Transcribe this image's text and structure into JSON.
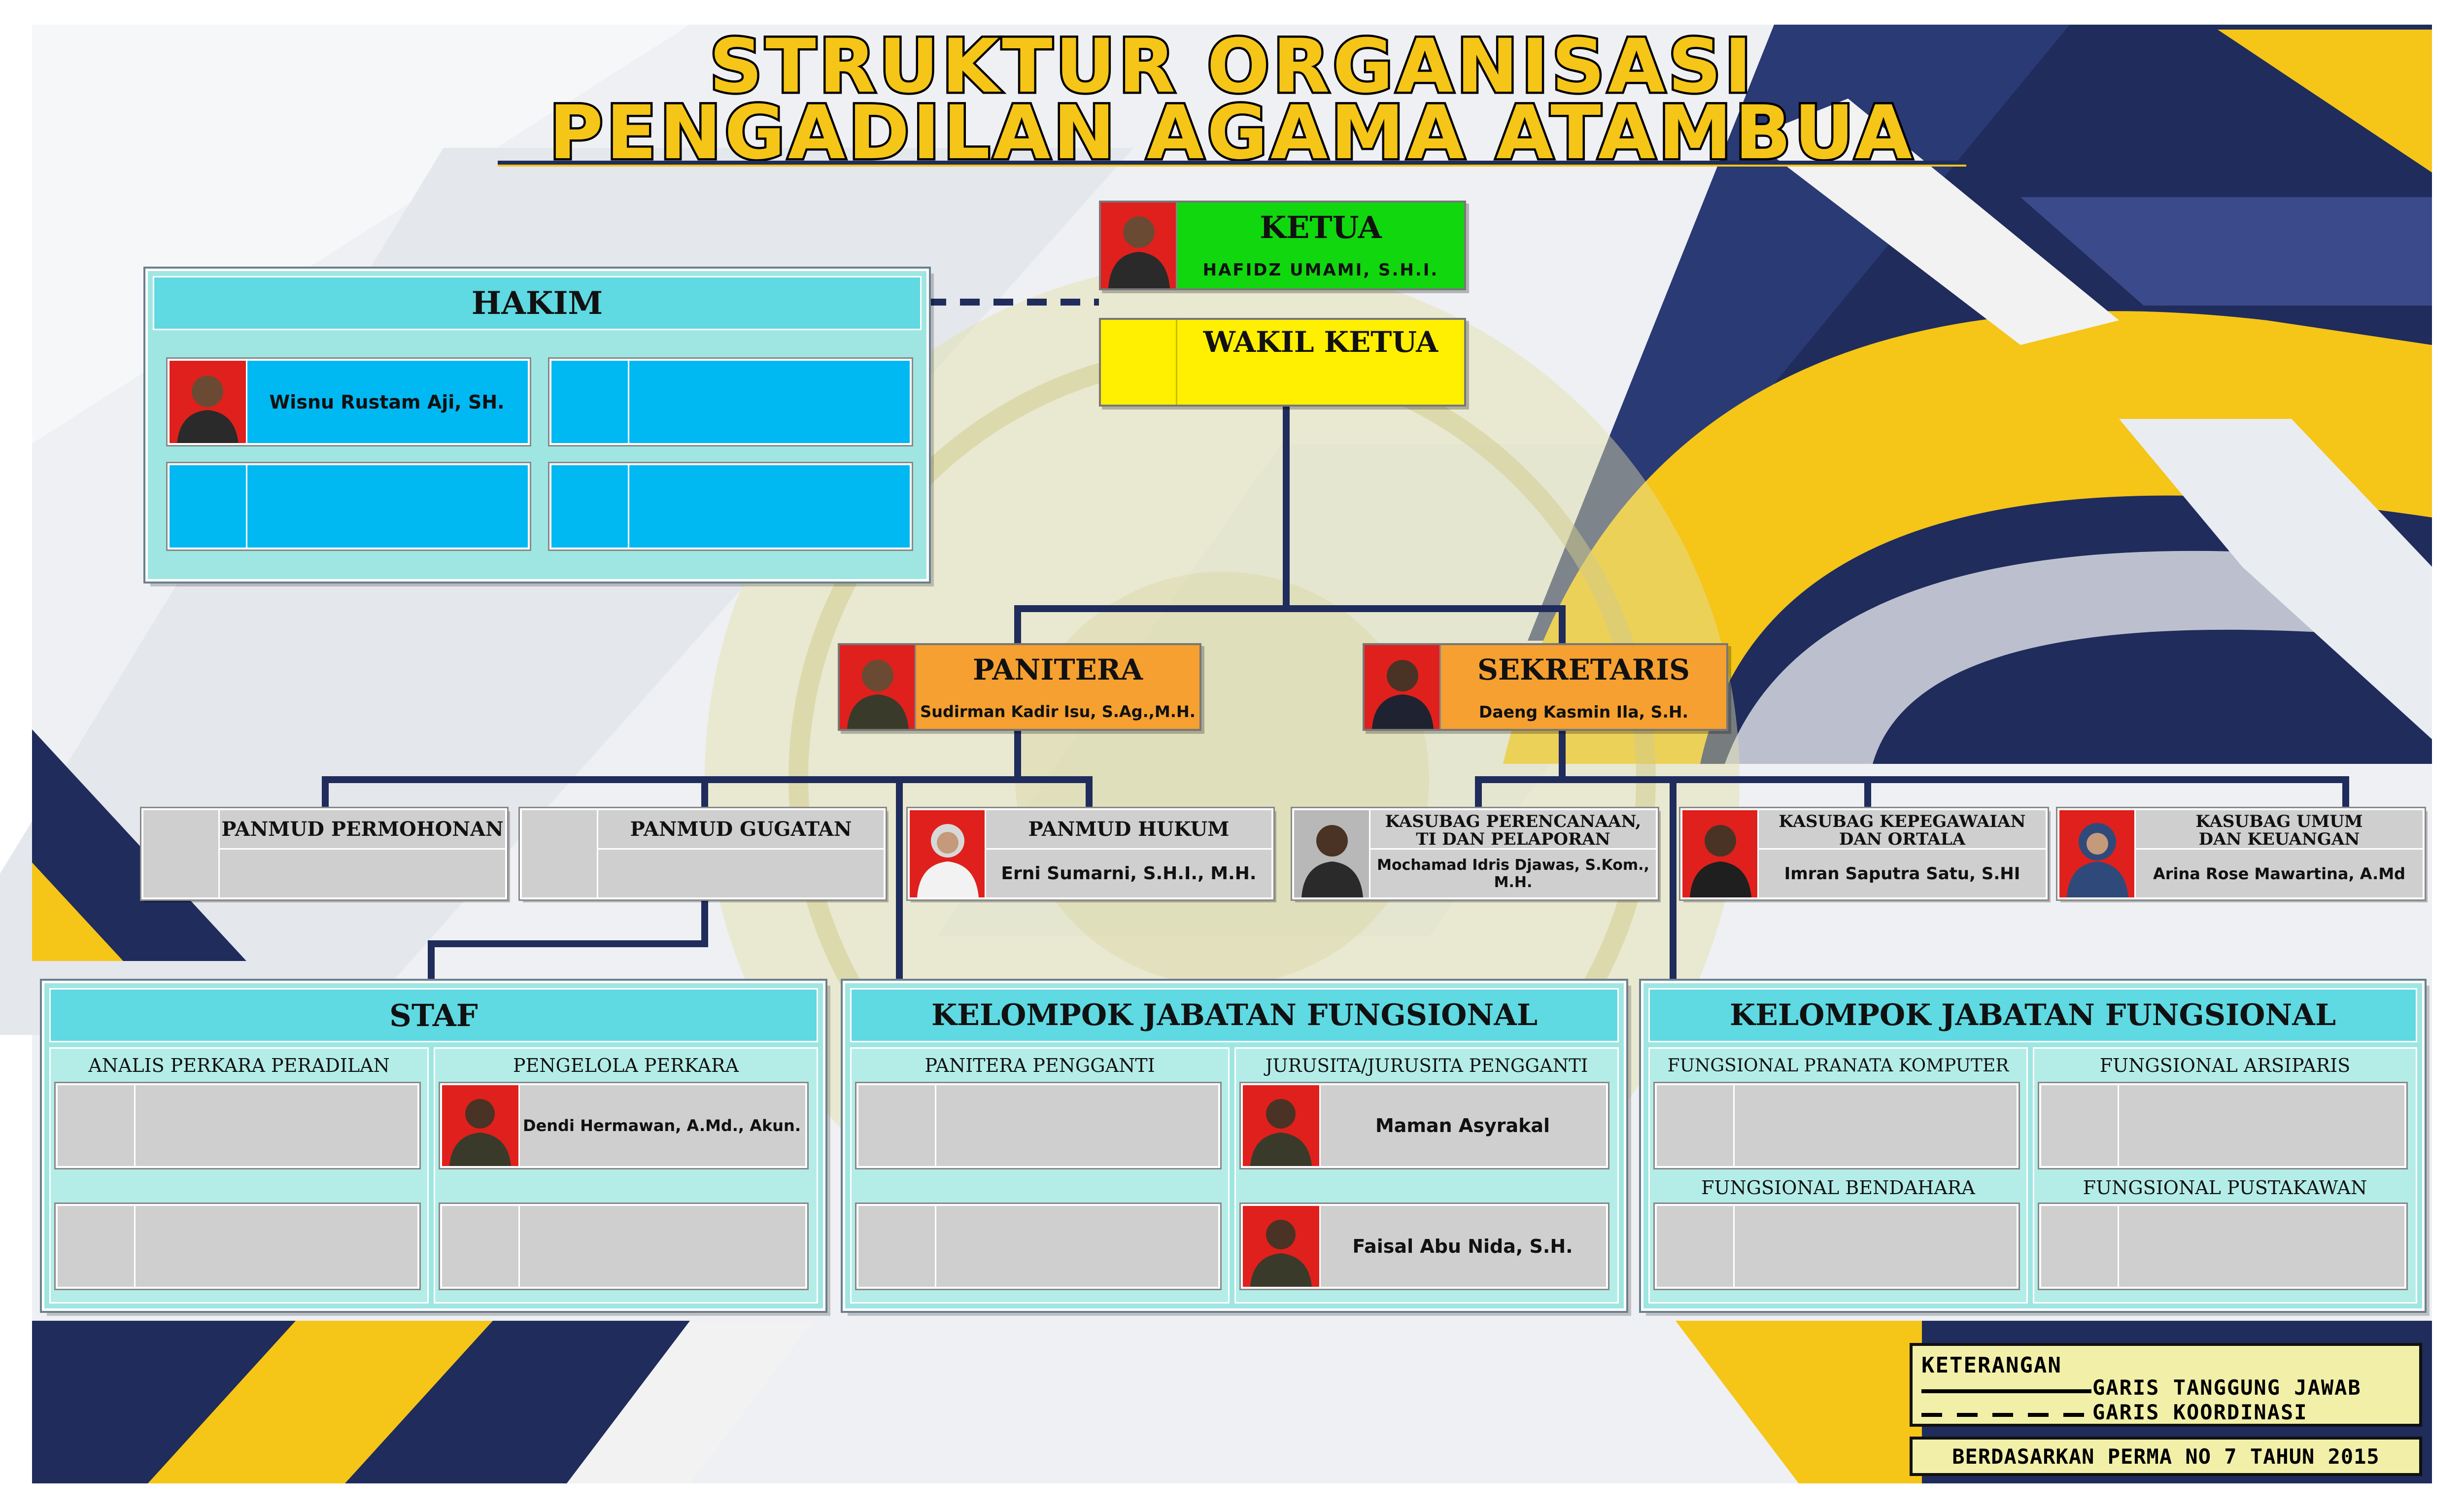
{
  "title": {
    "line1": "STRUKTUR ORGANISASI",
    "line2": "PENGADILAN AGAMA ATAMBUA"
  },
  "ketua": {
    "role": "KETUA",
    "name": "HAFIDZ UMAMI, S.H.I."
  },
  "wakil_ketua": {
    "role": "WAKIL KETUA"
  },
  "hakim": {
    "heading": "HAKIM",
    "members": [
      "Wisnu Rustam Aji, SH."
    ]
  },
  "panitera": {
    "role": "PANITERA",
    "name": "Sudirman Kadir Isu, S.Ag.,M.H."
  },
  "sekretaris": {
    "role": "SEKRETARIS",
    "name": "Daeng Kasmin Ila, S.H."
  },
  "units": [
    {
      "role": "PANMUD PERMOHONAN"
    },
    {
      "role": "PANMUD GUGATAN"
    },
    {
      "role": "PANMUD HUKUM",
      "name": "Erni Sumarni, S.H.I., M.H."
    },
    {
      "role_line1": "KASUBAG PERENCANAAN,",
      "role_line2": "TI DAN PELAPORAN",
      "name": "Mochamad Idris Djawas, S.Kom., M.H."
    },
    {
      "role_line1": "KASUBAG KEPEGAWAIAN",
      "role_line2": "DAN ORTALA",
      "name": "Imran Saputra Satu, S.HI"
    },
    {
      "role_line1": "KASUBAG UMUM",
      "role_line2": "DAN KEUANGAN",
      "name": "Arina Rose Mawartina, A.Md"
    }
  ],
  "staf": {
    "heading": "STAF",
    "analis": {
      "label": "ANALIS PERKARA PERADILAN"
    },
    "pengelola": {
      "label": "PENGELOLA PERKARA",
      "members": [
        "Dendi Hermawan, A.Md., Akun."
      ]
    }
  },
  "fungsional_1": {
    "heading": "KELOMPOK JABATAN FUNGSIONAL",
    "panitera_pengganti": {
      "label": "PANITERA PENGGANTI"
    },
    "jurusita": {
      "label": "JURUSITA/JURUSITA PENGGANTI",
      "members": [
        "Maman Asyrakal",
        "Faisal Abu Nida, S.H."
      ]
    }
  },
  "fungsional_2": {
    "heading": "KELOMPOK JABATAN FUNGSIONAL",
    "pranata": "FUNGSIONAL PRANATA KOMPUTER",
    "arsiparis": "FUNGSIONAL ARSIPARIS",
    "bendahara": "FUNGSIONAL BENDAHARA",
    "pustakawan": "FUNGSIONAL PUSTAKAWAN"
  },
  "legend": {
    "heading": "KETERANGAN",
    "solid": "GARIS TANGGUNG JAWAB",
    "dashed": "GARIS KOORDINASI",
    "basis": "BERDASARKAN PERMA NO 7 TAHUN 2015"
  },
  "colors": {
    "navy": "#1f2c5c",
    "yellow": "#f5c518",
    "cyan": "#5fd9e2",
    "blue_slot": "#00b8f2",
    "green": "#11d70f",
    "orange": "#f5a030",
    "wakil_yellow": "#ffef00"
  }
}
